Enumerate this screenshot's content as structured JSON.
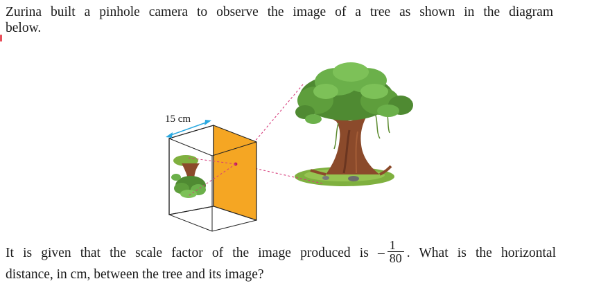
{
  "question": {
    "intro_line1": "Zurina built a pinhole camera to observe the image of a tree as shown in the diagram",
    "intro_line2": "below.",
    "question_part1": "It is given that the scale factor of the image produced is –",
    "question_part2": ". What is the horizontal",
    "question_line2": "distance, in cm, between the tree and its image?",
    "scale_factor": {
      "sign": "–",
      "numerator": "1",
      "denominator": "80"
    }
  },
  "diagram": {
    "width_label": "15 cm",
    "colors": {
      "screen": "#f5a623",
      "arrow": "#29a8e0",
      "ray": "#d63a7a",
      "foliage": "#5e9e3c",
      "trunk": "#8b4a2b",
      "ground": "#7fb03f"
    }
  }
}
